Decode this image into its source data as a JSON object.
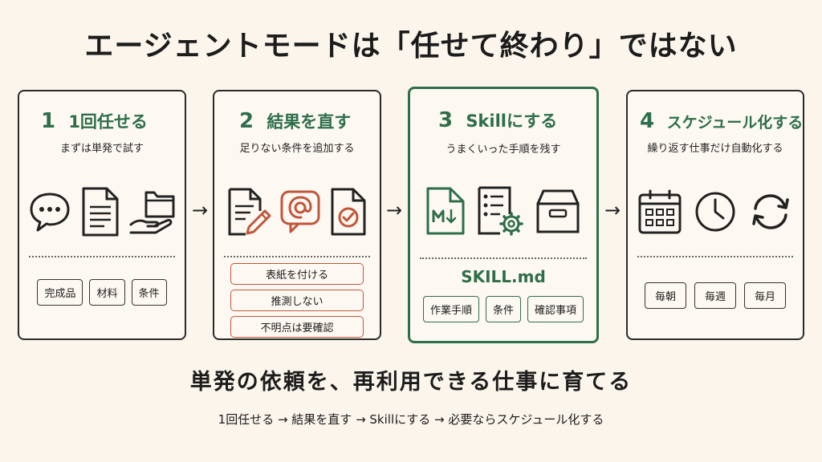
{
  "title": "エージェントモードは「任せて終わり」ではない",
  "steps": [
    {
      "number": "1",
      "heading": "1回任せる",
      "subtitle": "まずは単発で試す",
      "icons": [
        "chat-bubble-icon",
        "document-icon",
        "hand-folder-icon"
      ],
      "tags": [
        "完成品",
        "材料",
        "条件"
      ]
    },
    {
      "number": "2",
      "heading": "結果を直す",
      "subtitle": "足りない条件を追加する",
      "icons": [
        "document-pencil-icon",
        "mention-icon",
        "document-check-icon"
      ],
      "tags": [
        "表紙を付ける",
        "推測しない",
        "不明点は要確認"
      ]
    },
    {
      "number": "3",
      "heading": "Skillにする",
      "subtitle": "うまくいった手順を残す",
      "icons": [
        "markdown-file-icon",
        "checklist-gear-icon",
        "archive-box-icon"
      ],
      "file": "SKILL.md",
      "tags": [
        "作業手順",
        "条件",
        "確認事項"
      ]
    },
    {
      "number": "4",
      "heading": "スケジュール化する",
      "subtitle": "繰り返す仕事だけ自動化する",
      "icons": [
        "calendar-icon",
        "clock-icon",
        "refresh-icon"
      ],
      "tags": [
        "毎朝",
        "毎週",
        "毎月"
      ]
    }
  ],
  "arrow": "→",
  "bottom_title": "単発の依頼を、再利用できる仕事に育てる",
  "flow": "1回任せる → 結果を直す → Skillにする → 必要ならスケジュール化する",
  "colors": {
    "background": "#fbf5ec",
    "accent_green": "#2e6e4a",
    "accent_red": "#c0563b",
    "ink": "#1c1c1c"
  }
}
